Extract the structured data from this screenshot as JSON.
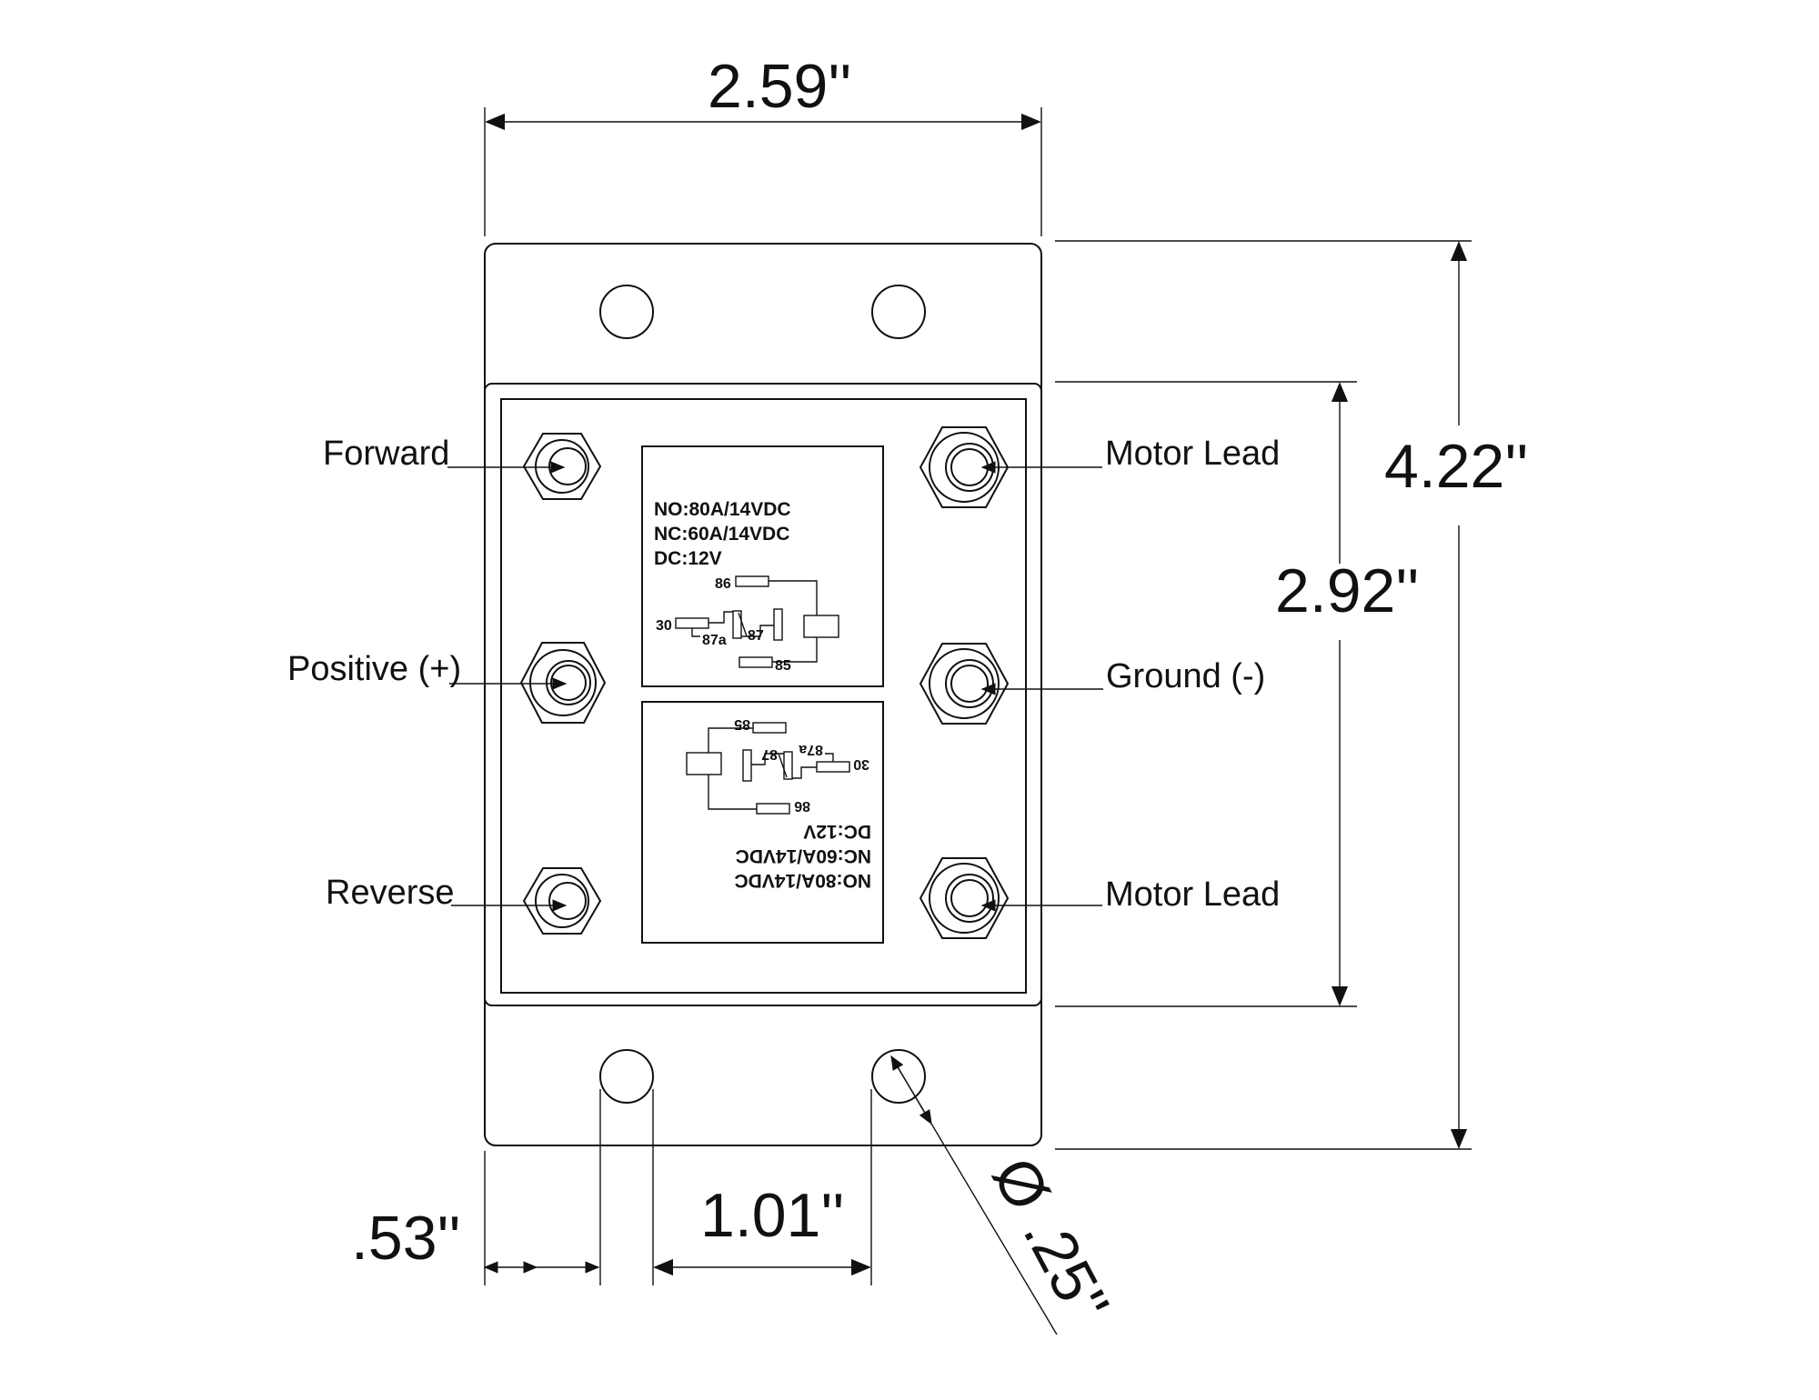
{
  "dimensions": {
    "width": "2.59''",
    "height_total": "4.22''",
    "height_inner": "2.92''",
    "left_offset": ".53''",
    "hole_spacing": "1.01''",
    "hole_diameter": "Ø .25''"
  },
  "terminals": {
    "forward": "Forward",
    "positive": "Positive (+)",
    "reverse": "Reverse",
    "motor_lead_top": "Motor Lead",
    "ground": "Ground (-)",
    "motor_lead_bottom": "Motor Lead"
  },
  "relay_label": {
    "line1": "NO:80A/14VDC",
    "line2": "NC:60A/14VDC",
    "line3": "DC:12V",
    "pins": {
      "p86": "86",
      "p30": "30",
      "p87a": "87a",
      "p87": "87",
      "p85": "85"
    }
  }
}
